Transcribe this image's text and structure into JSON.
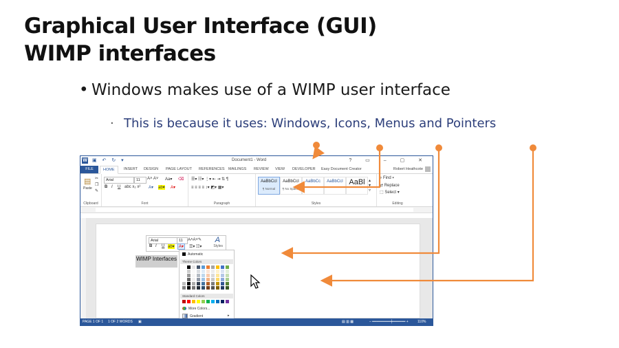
{
  "slide": {
    "title_line1": "Graphical User Interface (GUI)",
    "title_line2": "WIMP interfaces",
    "bullet1_marker": "•",
    "bullet1": "Windows makes use of a WIMP user interface",
    "bullet2_marker": "·",
    "bullet2": "This is because it uses: Windows, Icons, Menus and Pointers"
  },
  "colors": {
    "arrow": "#f08a3a",
    "word_blue": "#2b579a",
    "bullet2_text": "#2c3e7a"
  },
  "word": {
    "app_icon": "W",
    "qat_icons": [
      "save-icon",
      "undo-icon",
      "redo-icon"
    ],
    "qat": "▣ ↶ ↻ ▾",
    "doc_title": "Document1 - Word",
    "win_buttons": "? ▭ – ▢ ✕",
    "tabs": {
      "file": "FILE",
      "home": "HOME",
      "insert": "INSERT",
      "design": "DESIGN",
      "page_layout": "PAGE LAYOUT",
      "references": "REFERENCES",
      "mailings": "MAILINGS",
      "review": "REVIEW",
      "view": "VIEW",
      "developer": "DEVELOPER",
      "easy_doc": "Easy Document Creator"
    },
    "user": "Robert Heathcote",
    "ribbon": {
      "paste": "Paste",
      "font_name": "Arial",
      "font_size": "11",
      "clipboard": "Clipboard",
      "font": "Font",
      "paragraph": "Paragraph",
      "styles": "Styles",
      "editing": "Editing",
      "bold": "B",
      "italic": "I",
      "underline": "U",
      "style_sample1": "AaBbCcI",
      "style_sample2": "AaBbCcI",
      "style_sample3": "AaBbCc",
      "style_sample4": "AaBbCcI",
      "style_sample5": "AaBl",
      "style_normal": "¶ Normal",
      "style_nospacing": "¶ No Spac...",
      "find": "Find",
      "replace": "Replace",
      "select": "Select"
    },
    "mini_toolbar": {
      "font_name": "Arial",
      "font_size": "11",
      "styles_label": "Styles",
      "bold": "B",
      "italic": "I",
      "underline": "U"
    },
    "selected_text": "WIMP Interfaces",
    "palette": {
      "automatic": "Automatic",
      "theme_colors": "Theme Colors",
      "standard_colors": "Standard Colors",
      "more_colors": "More Colors...",
      "gradient": "Gradient",
      "theme_row": [
        "#ffffff",
        "#000000",
        "#e7e6e6",
        "#44546a",
        "#5b9bd5",
        "#ed7d31",
        "#a5a5a5",
        "#ffc000",
        "#4472c4",
        "#70ad47"
      ],
      "standard_row": [
        "#c00000",
        "#ff0000",
        "#ffc000",
        "#ffff00",
        "#92d050",
        "#00b050",
        "#00b0f0",
        "#0070c0",
        "#002060",
        "#7030a0"
      ]
    },
    "status": {
      "page": "PAGE 1 OF 1",
      "words": "1 OF 2 WORDS",
      "zoom": "110%"
    }
  }
}
